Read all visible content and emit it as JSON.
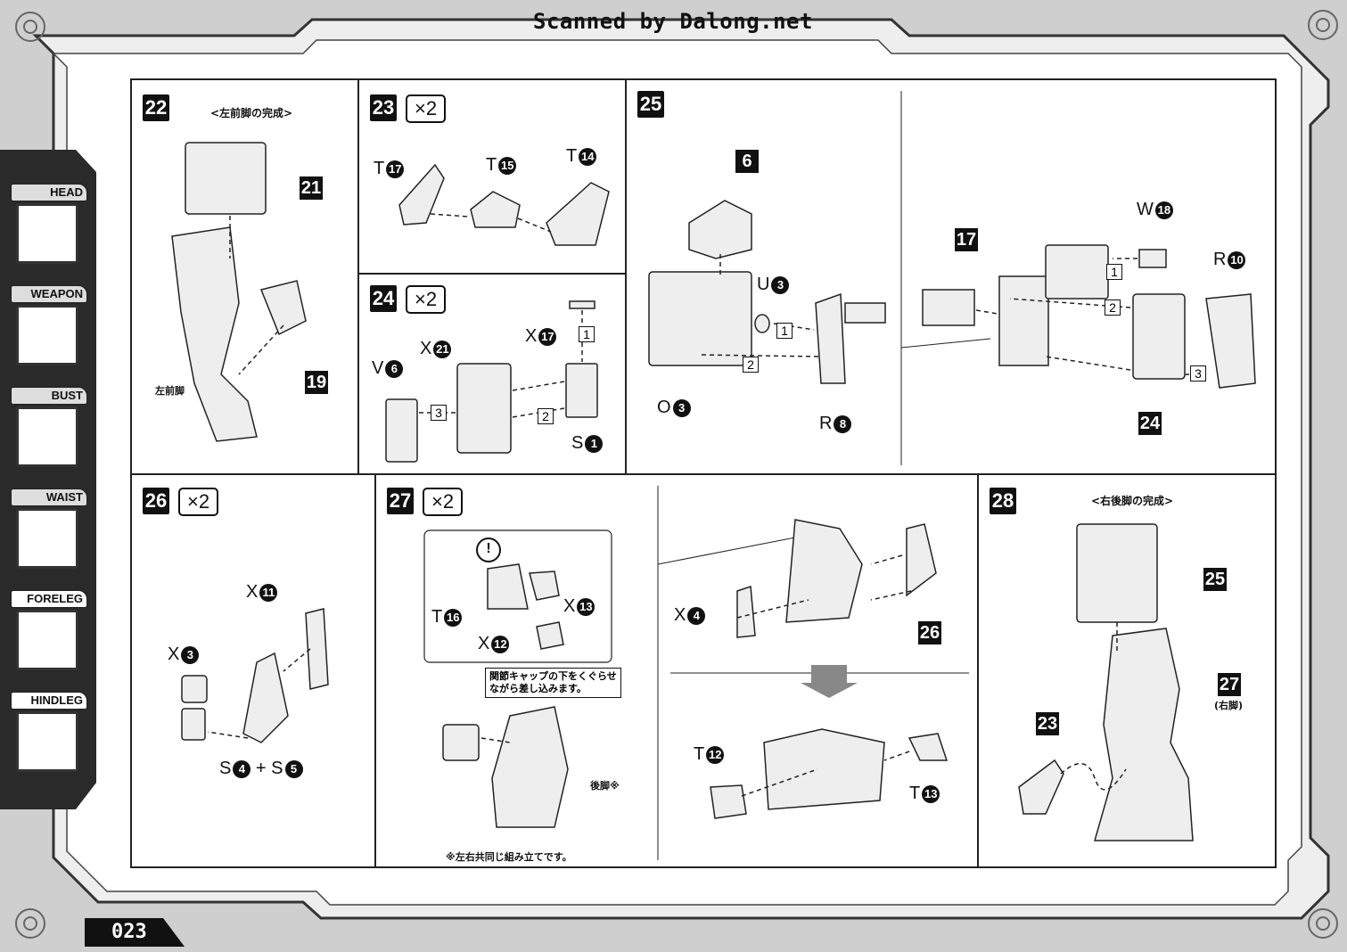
{
  "header": {
    "scanner": "Scanned by Dalong.net"
  },
  "nav": {
    "items": [
      {
        "label": "HEAD"
      },
      {
        "label": "WEAPON"
      },
      {
        "label": "BUST"
      },
      {
        "label": "WAIST"
      },
      {
        "label": "FORELEG"
      },
      {
        "label": "HINDLEG"
      }
    ]
  },
  "page_number": "023",
  "steps": {
    "s22": {
      "num": "22",
      "caption": "<左前脚の完成>",
      "part_left": "左前脚",
      "ref_a": "21",
      "ref_b": "19"
    },
    "s23": {
      "num": "23",
      "mult": "×2",
      "p1": "T",
      "n1": "17",
      "p2": "T",
      "n2": "15",
      "p3": "T",
      "n3": "14"
    },
    "s24": {
      "num": "24",
      "mult": "×2",
      "x17p": "X",
      "x17n": "17",
      "x21p": "X",
      "x21n": "21",
      "v6p": "V",
      "v6n": "6",
      "s1p": "S",
      "s1n": "1",
      "step1": "1",
      "step2": "2",
      "step3": "3"
    },
    "s25": {
      "num": "25",
      "ref6": "6",
      "u3p": "U",
      "u3n": "3",
      "o3p": "O",
      "o3n": "3",
      "r8p": "R",
      "r8n": "8",
      "step1": "1",
      "step2": "2",
      "ref17": "17",
      "w18p": "W",
      "w18n": "18",
      "r10p": "R",
      "r10n": "10",
      "ref24": "24",
      "bstep1": "1",
      "bstep2": "2",
      "bstep3": "3"
    },
    "s26": {
      "num": "26",
      "mult": "×2",
      "x11p": "X",
      "x11n": "11",
      "x3p": "X",
      "x3n": "3",
      "s4p": "S",
      "s4n": "4",
      "plus": "+",
      "s5p": "S",
      "s5n": "5"
    },
    "s27": {
      "num": "27",
      "mult": "×2",
      "t16p": "T",
      "t16n": "16",
      "x13p": "X",
      "x13n": "13",
      "x12p": "X",
      "x12n": "12",
      "alert": "!",
      "note_line1": "関節キャップの下をくぐらせ",
      "note_line2": "ながら差し込みます。",
      "part": "後脚※",
      "footnote": "※左右共同じ組み立てです。",
      "x4p": "X",
      "x4n": "4",
      "ref26": "26",
      "t12p": "T",
      "t12n": "12",
      "t13p": "T",
      "t13n": "13"
    },
    "s28": {
      "num": "28",
      "caption": "<右後脚の完成>",
      "ref25": "25",
      "ref27": "27",
      "ref27sub": "(右脚)",
      "ref23": "23"
    }
  }
}
